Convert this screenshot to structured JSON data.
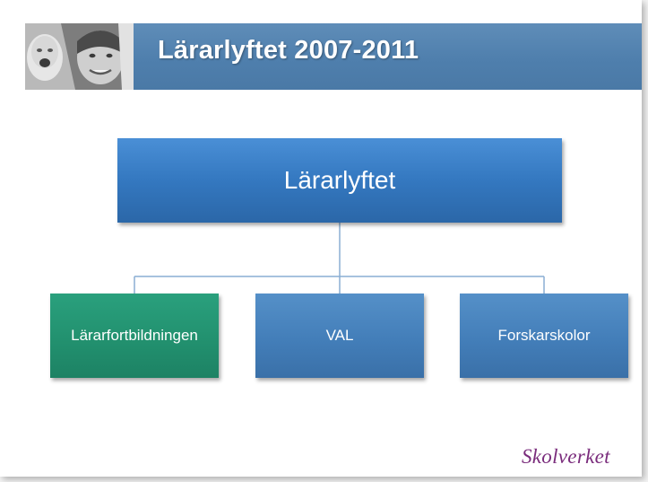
{
  "slide": {
    "title": "Lärarlyftet 2007-2011"
  },
  "diagram": {
    "root": {
      "label": "Lärarlyftet"
    },
    "children": [
      {
        "label": "Lärarfortbildningen",
        "color": "#22916f"
      },
      {
        "label": "VAL",
        "color": "#437eb9"
      },
      {
        "label": "Forskarskolor",
        "color": "#437eb9"
      }
    ],
    "root_color": "#3478c0",
    "connector_color": "#8aaed3"
  },
  "header": {
    "band_color": "#5383b1"
  },
  "logo": {
    "text": "Skolverket",
    "color": "#7a2c7c"
  }
}
